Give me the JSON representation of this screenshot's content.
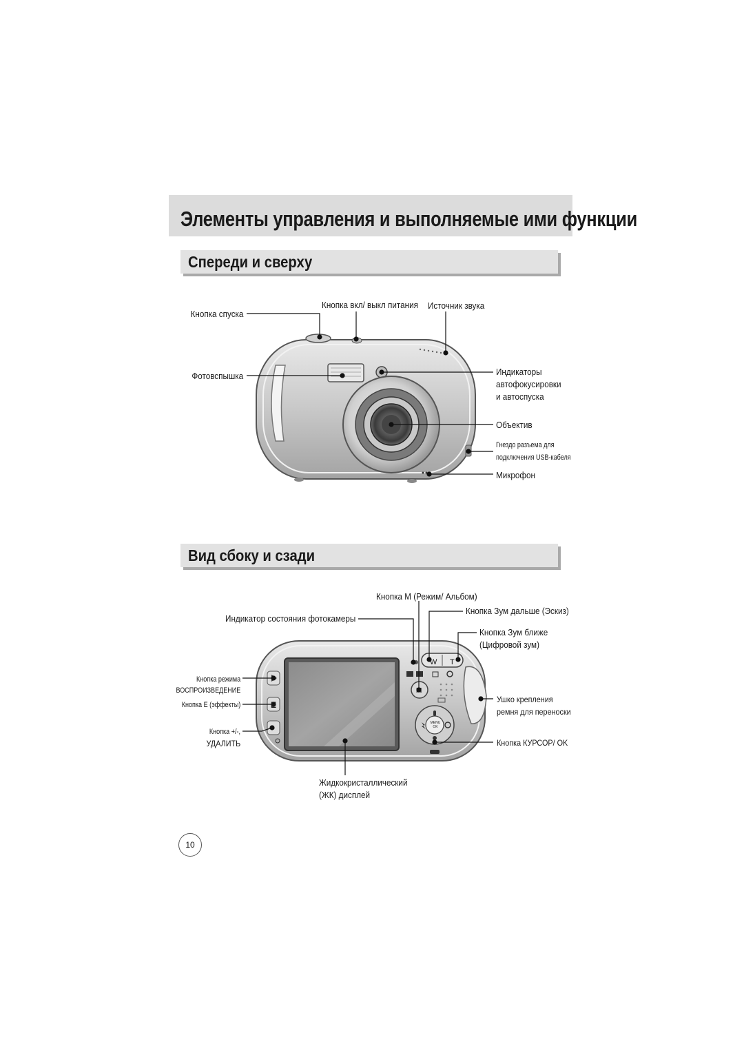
{
  "page": {
    "title": "Элементы управления и выполняемые ими функции",
    "page_number": "10"
  },
  "front": {
    "heading": "Спереди и сверху",
    "labels": {
      "shutter": "Кнопка спуска",
      "power": "Кнопка вкл/ выкл питания",
      "speaker": "Источник звука",
      "flash": "Фотовспышка",
      "af_lamp_1": "Индикаторы",
      "af_lamp_2": "автофокусировки",
      "af_lamp_3": "и автоспуска",
      "lens": "Объектив",
      "usb_1": "Гнездо разъема для",
      "usb_2": "подключения USB-кабеля",
      "mic": "Микрофон"
    }
  },
  "back": {
    "heading": "Вид сбоку и сзади",
    "labels": {
      "m_button": "Кнопка M (Режим/ Альбом)",
      "status_lamp": "Индикатор состояния фотокамеры",
      "zoom_out": "Кнопка Зум дальше (Эскиз)",
      "zoom_in_1": "Кнопка Зум ближе",
      "zoom_in_2": "(Цифровой зум)",
      "play_1": "Кнопка режима",
      "play_2": "ВОСПРОИЗВЕДЕНИЕ",
      "e_button": "Кнопка E (эффекты)",
      "strap_1": "Ушко крепления",
      "strap_2": "ремня для переноски",
      "plus_minus_1": "Кнопка +/-,",
      "plus_minus_2": "УДАЛИТЬ",
      "cursor_ok": "Кнопка КУРСОР/ OK",
      "lcd_1": "Жидкокристаллический",
      "lcd_2": "(ЖК) дисплей"
    },
    "button_glyphs": {
      "w": "W",
      "t": "T",
      "m": "M",
      "e": "E",
      "menu_ok": "MENU OK"
    }
  }
}
